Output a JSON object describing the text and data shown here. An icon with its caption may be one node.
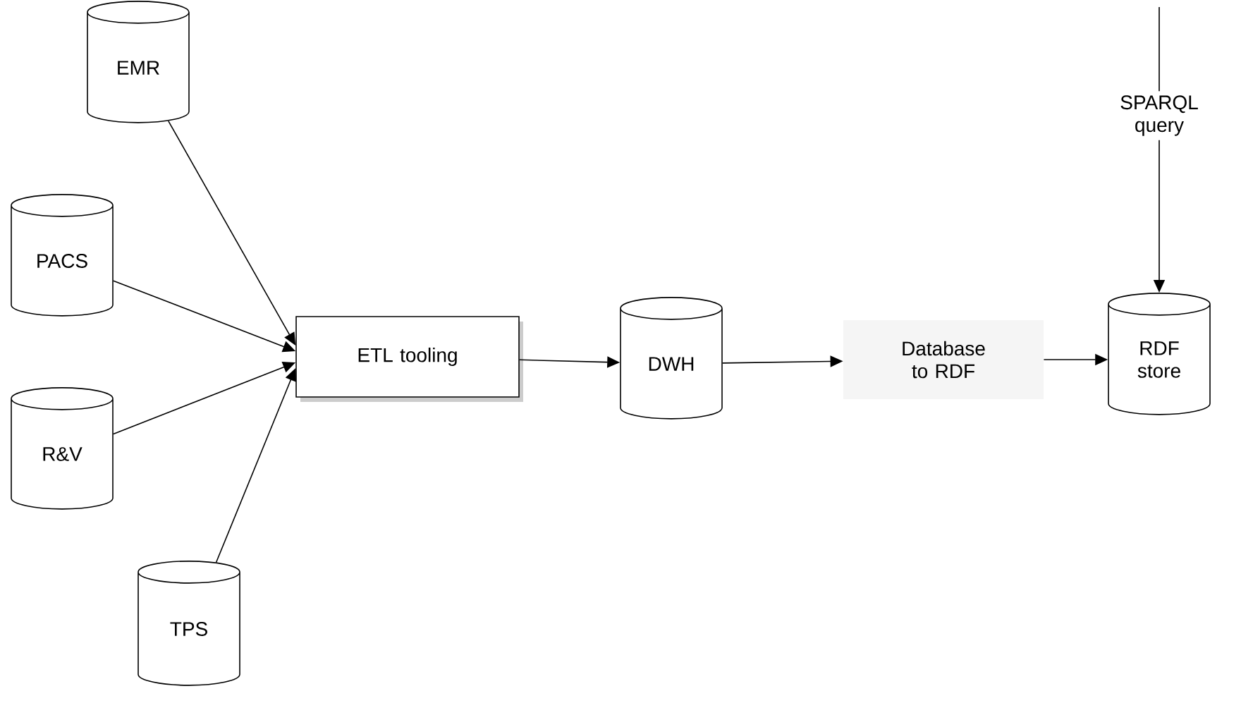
{
  "diagram": {
    "nodes": [
      {
        "text": [
          "EMR"
        ]
      },
      {
        "text": [
          "PACS"
        ]
      },
      {
        "text": [
          "R&V"
        ]
      },
      {
        "text": [
          "TPS"
        ]
      },
      {
        "text": [
          "ETL tooling"
        ]
      },
      {
        "text": [
          "DWH"
        ]
      },
      {
        "text": [
          "Database to RDF"
        ]
      },
      {
        "text": [
          "RDF store"
        ]
      }
    ],
    "edges": [
      {
        "from": 0,
        "to": 4,
        "arrow": "to"
      },
      {
        "from": 1,
        "to": 4,
        "arrow": "to"
      },
      {
        "from": 2,
        "to": 4,
        "arrow": "to"
      },
      {
        "from": 3,
        "to": 4,
        "arrow": "to"
      },
      {
        "from": 4,
        "to": 5,
        "arrow": "to"
      },
      {
        "from": 5,
        "to": 6,
        "arrow": "to"
      },
      {
        "from": 6,
        "to": 7,
        "arrow": "to"
      },
      {
        "from": null,
        "to": 7,
        "arrow": "to",
        "label": "SPARQL query"
      }
    ]
  }
}
